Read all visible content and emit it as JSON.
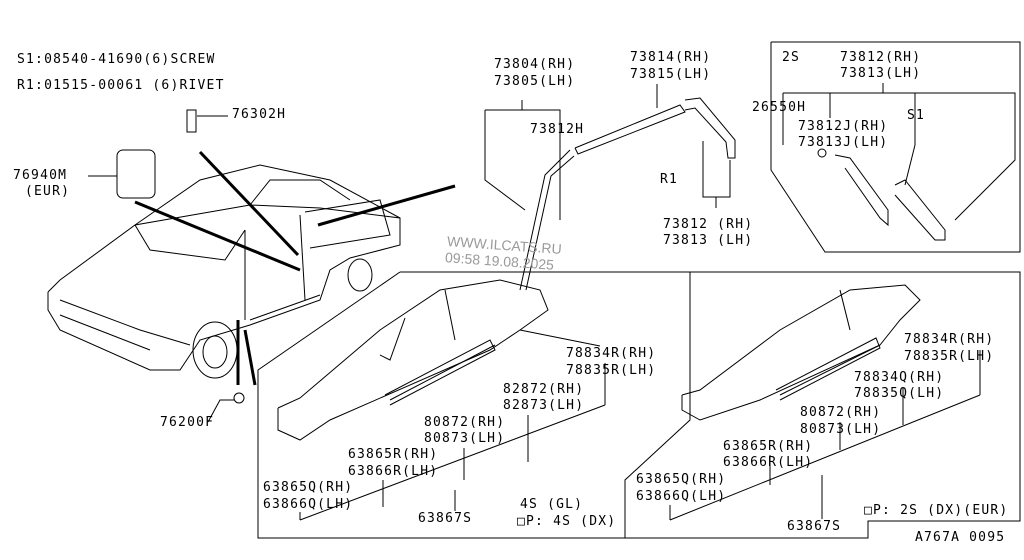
{
  "notes": {
    "s1": "S1:08540-41690(6)SCREW",
    "r1": "R1:01515-00061 (6)RIVET"
  },
  "parts_top": {
    "p76302H": "76302H",
    "p76940M": "76940M",
    "eur": "(EUR)",
    "p73804": "73804(RH)",
    "p73805": "73805(LH)",
    "p73814": "73814(RH)",
    "p73815": "73815(LH)",
    "p73812H": "73812H",
    "r1": "R1",
    "p73812": "73812 (RH)",
    "p73813": "73813 (LH)",
    "p76200F": "76200F"
  },
  "inset_2s": {
    "title": "2S",
    "p73812": "73812(RH)",
    "p73813": "73813(LH)",
    "p26550H": "26550H",
    "s1": "S1",
    "p73812J": "73812J(RH)",
    "p73813J": "73813J(LH)"
  },
  "panel_4s": {
    "p78834R": "78834R(RH)",
    "p78835R": "78835R(LH)",
    "p82872": "82872(RH)",
    "p82873": "82873(LH)",
    "p80872": "80872(RH)",
    "p80873": "80873(LH)",
    "p63865R": "63865R(RH)",
    "p63866R": "63866R(LH)",
    "p63865Q": "63865Q(RH)",
    "p63866Q": "63866Q(LH)",
    "p63867S": "63867S",
    "variant": "4S (GL)",
    "option": "□P: 4S (DX)"
  },
  "panel_2s": {
    "p78834R": "78834R(RH)",
    "p78835R": "78835R(LH)",
    "p78834Q": "78834Q(RH)",
    "p78835Q": "78835Q(LH)",
    "p80872": "80872(RH)",
    "p80873": "80873(LH)",
    "p63865R": "63865R(RH)",
    "p63866R": "63866R(LH)",
    "p63865Q": "63865Q(RH)",
    "p63866Q": "63866Q(LH)",
    "p63867S": "63867S",
    "option": "□P: 2S (DX)(EUR)"
  },
  "watermark": {
    "site": "WWW.ILCATS.RU",
    "timestamp": "09:58 19.08.2025"
  },
  "diagram_code": "A767A 0095"
}
